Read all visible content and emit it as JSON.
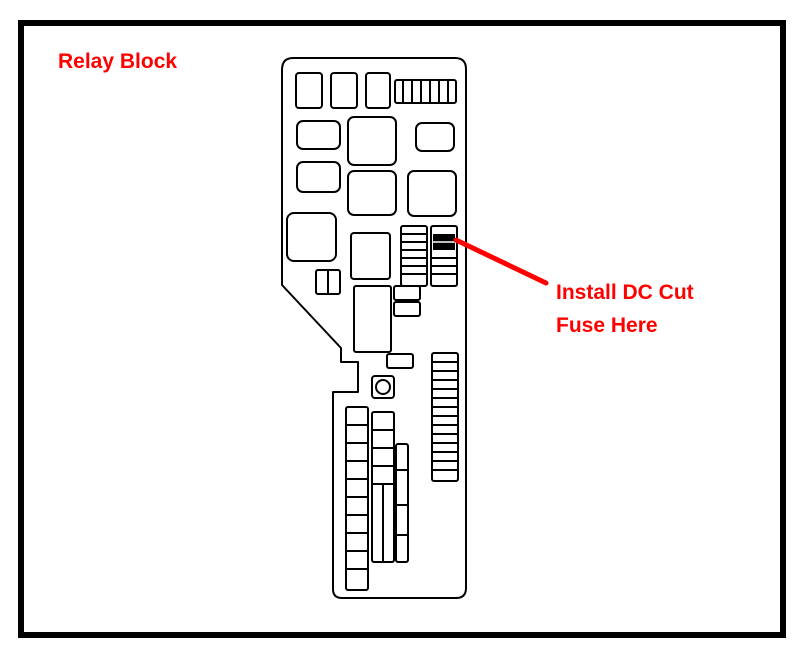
{
  "title": "Relay Block",
  "callout": {
    "line1": "Install DC Cut",
    "line2": "Fuse Here"
  },
  "colors": {
    "label": "#ff0000",
    "arrow": "#ff0000",
    "outline": "#000000",
    "background": "#ffffff"
  }
}
